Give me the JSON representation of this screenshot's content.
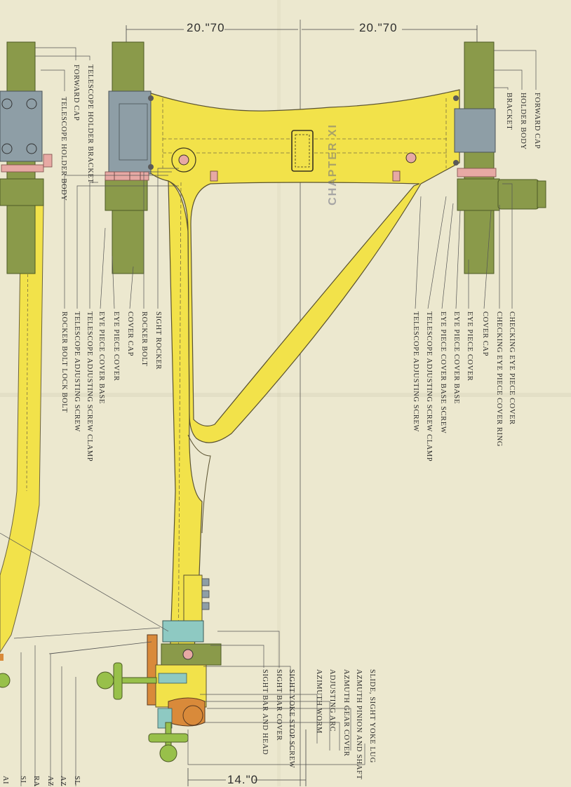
{
  "dimensions": {
    "top_left": "20.\"70",
    "top_right": "20.\"70",
    "bottom": "14.\"0"
  },
  "stamp_text": "CHAPTER XI",
  "labels": {
    "right_telescope_top": [
      "FORWARD CAP",
      "HOLDER BODY",
      "BRACKET"
    ],
    "right_eyepiece": [
      "CHECKING EYE PIECE COVER",
      "CHECKING EYE PIECE COVER RING",
      "COVER CAP",
      "EYE PIECE COVER",
      "EYE PIECE COVER BASE",
      "EYE PIECE COVER BASE SCREW",
      "TELESCOPE ADJUSTING SCREW CLAMP",
      "TELESCOPE ADJUSTING SCREW"
    ],
    "left_telescope_top": [
      "TELESCOPE HOLDER BRACKET",
      "FORWARD CAP",
      "TELESCOPE HOLDER BODY"
    ],
    "middle_column": [
      "SIGHT ROCKER",
      "ROCKER BOLT",
      "COVER CAP",
      "EYE PIECE COVER",
      "EYE PIECE COVER BASE",
      "TELESCOPE ADJUSTING SCREW CLAMP",
      "TELESCOPE ADJUSTING SCREW",
      "ROCKER BOLT LOCK BOLT"
    ],
    "bottom_sight": [
      "SIGHT YOKE STOP SCREW",
      "SIGHT BAR COVER",
      "SIGHT BAR AND HEAD"
    ],
    "bottom_azimuth": [
      "SLIDE, SIGHT YOKE LUG",
      "AZMUTH PINION AND SHAFT",
      "AZMUTH GEAR COVER",
      "ADJUSTING ARC",
      "AZIMUTH WORM"
    ],
    "bottom_left_edge": [
      "SL",
      "AZ",
      "AZ",
      "RA",
      "SI",
      "AI"
    ]
  },
  "colors": {
    "paper": "#ece8cf",
    "frame_yellow": "#f2e24a",
    "telescope_olive": "#8a9a4a",
    "bracket_gray": "#8e9ea6",
    "ring_pink": "#e7a9a4",
    "gear_orange": "#d98a3a",
    "turquoise": "#8ec9c2",
    "green_handle": "#98c04a"
  }
}
